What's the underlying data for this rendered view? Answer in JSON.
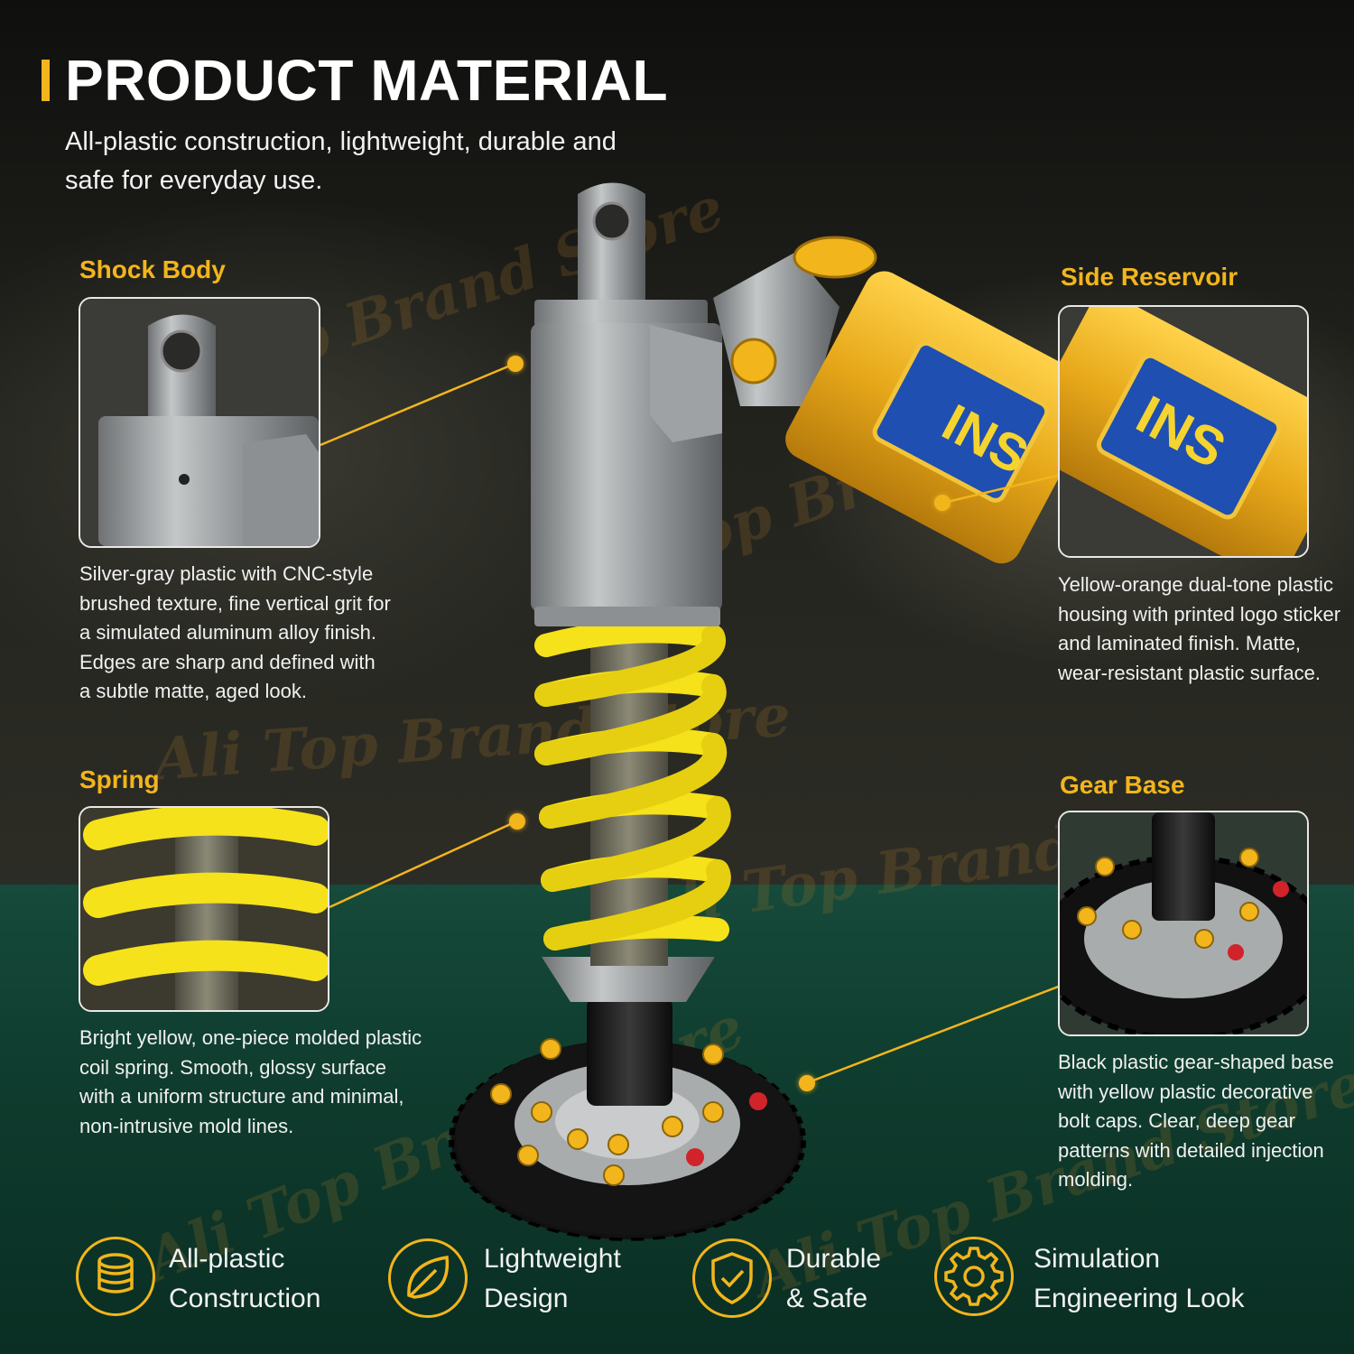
{
  "header": {
    "title": "PRODUCT MATERIAL",
    "subtitle": "All-plastic construction, lightweight, durable and safe for everyday use."
  },
  "sections": {
    "shock_body": {
      "heading": "Shock Body",
      "description": "Silver-gray plastic with CNC-style brushed texture, fine vertical grit for a simulated aluminum alloy finish. Edges are sharp and defined with a subtle matte, aged look."
    },
    "side_reservoir": {
      "heading": "Side Reservoir",
      "description": "Yellow-orange dual-tone plastic housing with printed logo sticker and laminated finish. Matte, wear-resistant plastic surface."
    },
    "spring": {
      "heading": "Spring",
      "description": "Bright yellow, one-piece molded plastic coil spring. Smooth, glossy surface with a uniform structure and minimal, non-intrusive mold lines."
    },
    "gear_base": {
      "heading": "Gear Base",
      "description": "Black plastic gear-shaped base with yellow plastic decorative bolt caps. Clear, deep gear patterns with detailed injection molding."
    }
  },
  "logo_text": "INS",
  "watermark_text": "Ali Top Brand Store",
  "features": [
    {
      "icon": "coins-stack-icon",
      "line1": "All-plastic",
      "line2": "Construction"
    },
    {
      "icon": "leaf-icon",
      "line1": "Lightweight",
      "line2": "Design"
    },
    {
      "icon": "shield-check-icon",
      "line1": "Durable",
      "line2": "& Safe"
    },
    {
      "icon": "gear-icon",
      "line1": "Simulation",
      "line2": "Engineering Look"
    }
  ],
  "colors": {
    "accent": "#f2b51c",
    "spring_yellow": "#f5e21a",
    "reservoir_gold": "#e7a81a",
    "logo_blue": "#1f4fb0",
    "floor_green": "#0e3b2d"
  }
}
